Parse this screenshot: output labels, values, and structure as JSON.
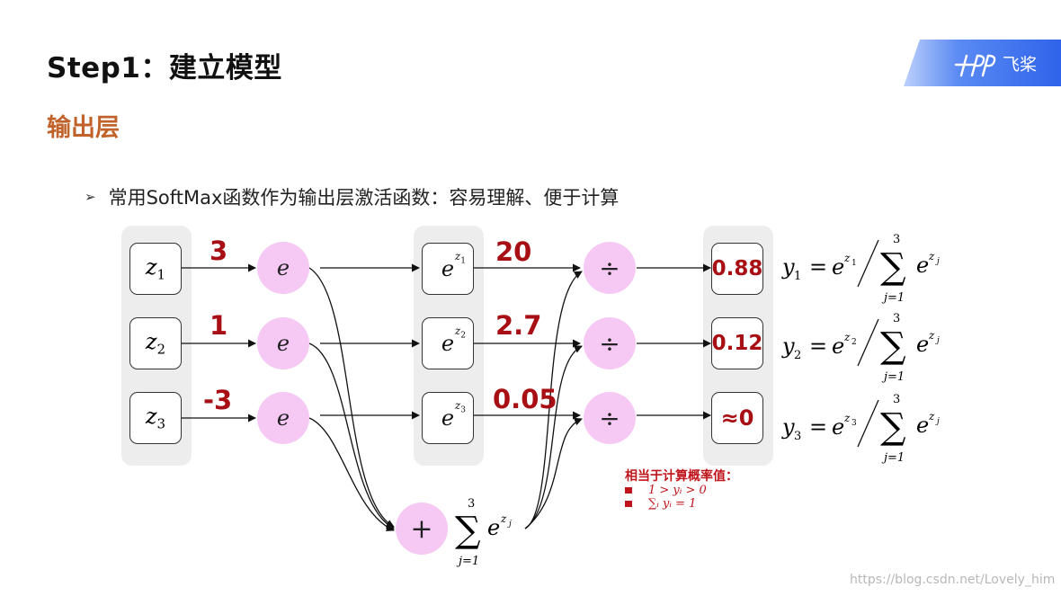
{
  "header": {
    "title": "Step1：建立模型",
    "subtitle": "输出层",
    "logo_text": "飞桨"
  },
  "bullet": {
    "text": "常用SoftMax函数作为输出层激活函数：容易理解、便于计算"
  },
  "diagram": {
    "inputs": [
      {
        "var": "z",
        "index": "1"
      },
      {
        "var": "z",
        "index": "2"
      },
      {
        "var": "z",
        "index": "3"
      }
    ],
    "input_values": [
      "3",
      "1",
      "-3"
    ],
    "exp_node_label": "e",
    "exponent_terms": [
      {
        "base": "e",
        "sup": "z",
        "index": "1"
      },
      {
        "base": "e",
        "sup": "z",
        "index": "2"
      },
      {
        "base": "e",
        "sup": "z",
        "index": "3"
      }
    ],
    "exp_values": [
      "20",
      "2.7",
      "0.05"
    ],
    "divide_symbol": "÷",
    "outputs": [
      "0.88",
      "0.12",
      "≈0"
    ],
    "sum_node": {
      "symbol": "+",
      "sum_upper": "3",
      "sum_lower": "j=1",
      "term_base": "e",
      "term_sup": "z",
      "term_sup_index": "j"
    },
    "formulas": [
      {
        "lhs": "y",
        "index": "1",
        "num_sup_index": "1",
        "sum_upper": "3",
        "sum_lower": "j=1"
      },
      {
        "lhs": "y",
        "index": "2",
        "num_sup_index": "2",
        "sum_upper": "3",
        "sum_lower": "j=1"
      },
      {
        "lhs": "y",
        "index": "3",
        "num_sup_index": "3",
        "sum_upper": "3",
        "sum_lower": "j=1"
      }
    ]
  },
  "note": {
    "title": "相当于计算概率值：",
    "items": [
      "1 > yᵢ > 0",
      "∑ᵢ yᵢ = 1"
    ]
  },
  "colors": {
    "accent_red": "#a70f14",
    "circle_pink": "#f6c8f4",
    "subtitle_orange": "#c0622a",
    "panel_gray": "#ededed",
    "logo_blue": "#3a6ff0"
  },
  "watermark": "https://blog.csdn.net/Lovely_him"
}
